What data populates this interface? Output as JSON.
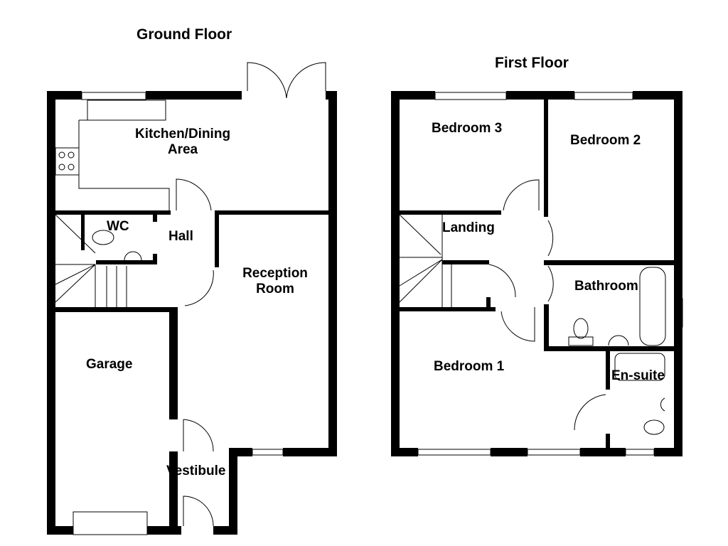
{
  "ground_floor": {
    "title": "Ground Floor",
    "rooms": {
      "kitchen": "Kitchen/Dining",
      "kitchen_line2": "Area",
      "wc": "WC",
      "hall": "Hall",
      "reception": "Reception",
      "reception_line2": "Room",
      "garage": "Garage",
      "vestibule": "Vestibule"
    }
  },
  "first_floor": {
    "title": "First Floor",
    "rooms": {
      "bedroom3": "Bedroom 3",
      "bedroom2": "Bedroom 2",
      "landing": "Landing",
      "bathroom": "Bathroom",
      "bedroom1": "Bedroom 1",
      "ensuite": "En-suite"
    }
  }
}
